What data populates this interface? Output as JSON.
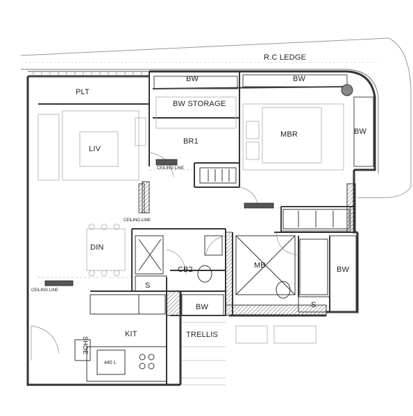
{
  "rooms": {
    "rc_ledge": "R.C LEDGE",
    "bw_top_left": "BW",
    "bw_top_right": "BW",
    "bw_right": "BW",
    "bw_storage": "BW STORAGE",
    "plt": "PLT",
    "liv": "LIV",
    "br1": "BR1",
    "mbr": "MBR",
    "din": "DIN",
    "cb2": "CB2",
    "mb": "MB",
    "bw_mid_right": "BW",
    "bw_lower": "BW",
    "s_left": "S",
    "s_right": "S",
    "kit": "KIT",
    "trellis": "TRELLIS",
    "shoe": "SHOE",
    "fridge": "440 L"
  },
  "annotations": {
    "ceiling_line_1": "CEILING LINE",
    "ceiling_line_2": "CEILING LINE",
    "ceiling_line_3": "CEILING LINE"
  },
  "colors": {
    "line": "#333333",
    "light_line": "#9a9a9a",
    "hatch": "#555555",
    "background": "#ffffff"
  }
}
